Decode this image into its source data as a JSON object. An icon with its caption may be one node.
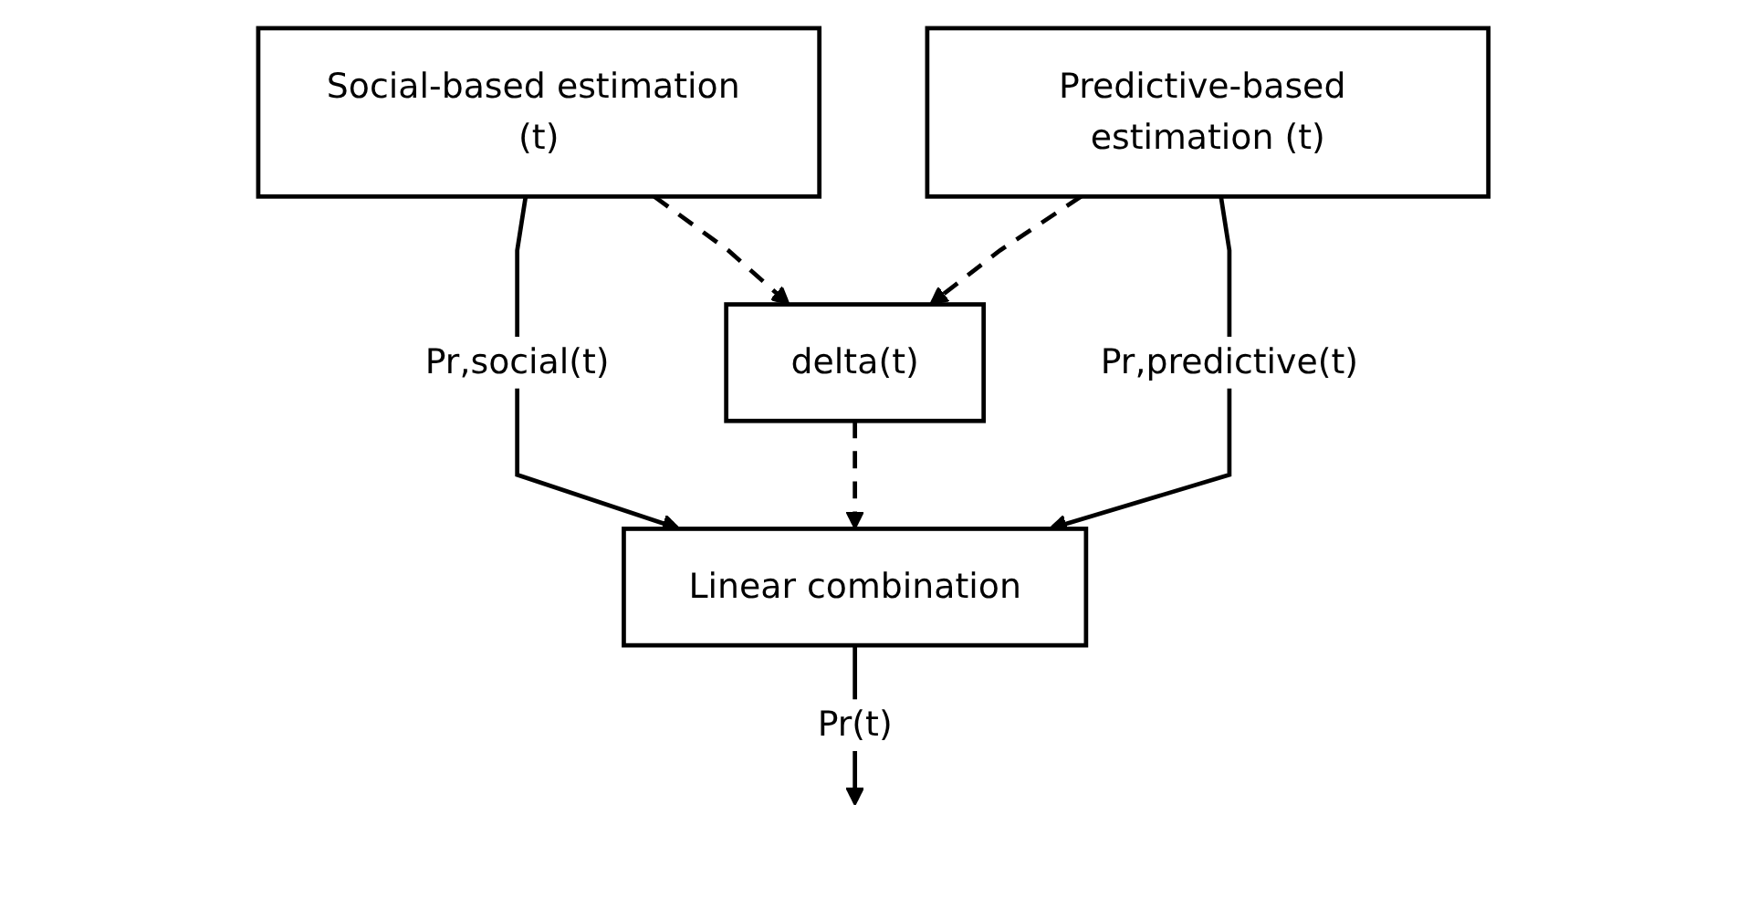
{
  "diagram": {
    "nodes": [
      {
        "text": [
          "Social-based estimation (t)"
        ]
      },
      {
        "text": [
          "Predictive-based estimation (t)"
        ]
      },
      {
        "text": [
          "delta(t)"
        ]
      },
      {
        "text": [
          "Linear combination"
        ]
      }
    ],
    "edges": [
      {
        "from": 0,
        "to": 2,
        "arrow": "to",
        "style": "dashed"
      },
      {
        "from": 1,
        "to": 2,
        "arrow": "to",
        "style": "dashed"
      },
      {
        "from": 0,
        "to": 3,
        "arrow": "to",
        "label": "Pr,social(t)"
      },
      {
        "from": 2,
        "to": 3,
        "arrow": "to",
        "style": "dashed"
      },
      {
        "from": 1,
        "to": 3,
        "arrow": "to",
        "label": "Pr,predictive(t)"
      },
      {
        "from": 3,
        "to": null,
        "arrow": "to",
        "label": "Pr(t)"
      }
    ]
  }
}
